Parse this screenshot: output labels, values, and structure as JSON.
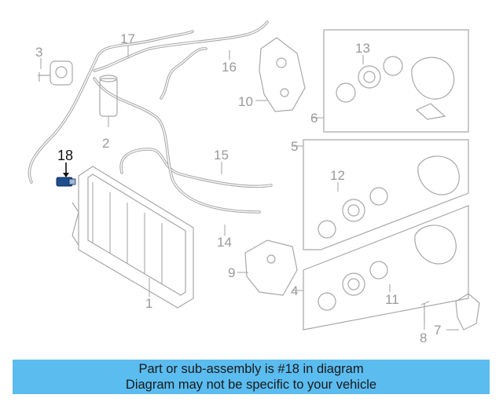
{
  "callouts": {
    "c1": "1",
    "c2": "2",
    "c3": "3",
    "c4": "4",
    "c5": "5",
    "c6": "6",
    "c7": "7",
    "c8": "8",
    "c9": "9",
    "c10": "10",
    "c11": "11",
    "c12": "12",
    "c13": "13",
    "c14": "14",
    "c15": "15",
    "c16": "16",
    "c17": "17",
    "c18": "18"
  },
  "banner": {
    "line1": "Part or sub-assembly is #18 in diagram",
    "line2": "Diagram may not be specific to your vehicle"
  },
  "colors": {
    "banner": "#5bbcf0",
    "highlight_part": "#1f4e8c",
    "line_art": "#a8a8a8"
  }
}
